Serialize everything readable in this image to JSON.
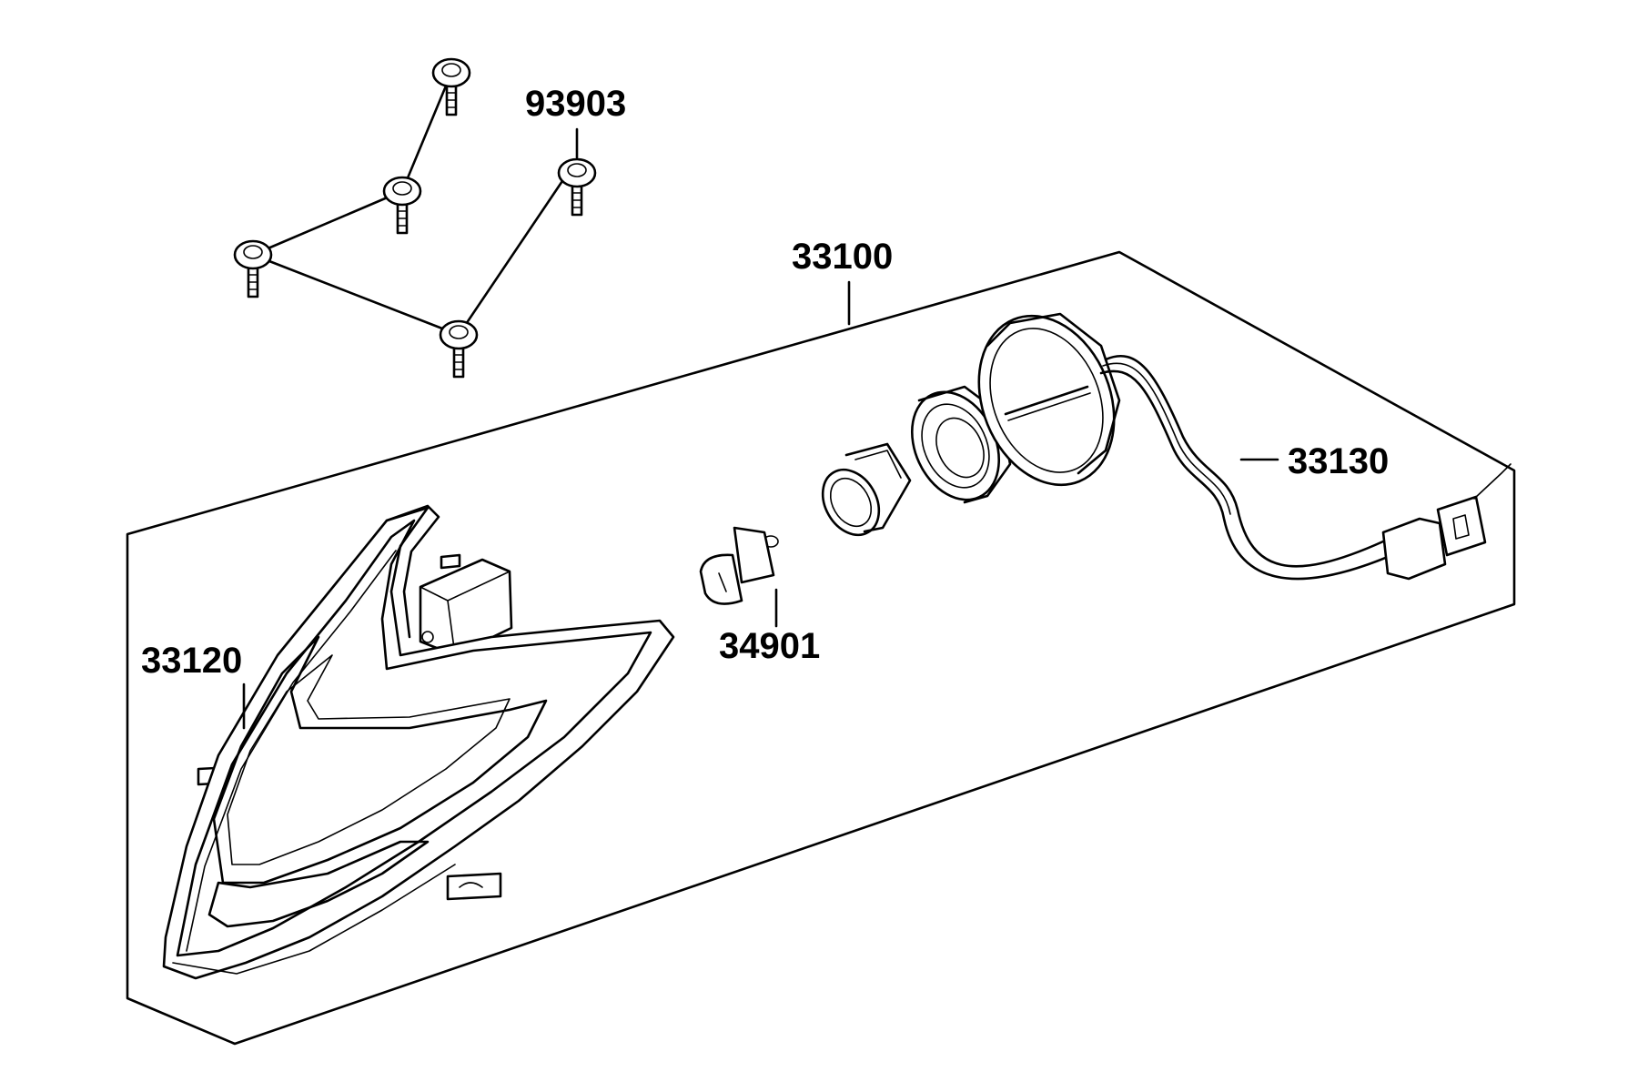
{
  "parts": [
    {
      "id": "part-93903",
      "number": "93903"
    },
    {
      "id": "part-33100",
      "number": "33100"
    },
    {
      "id": "part-33130",
      "number": "33130"
    },
    {
      "id": "part-33120",
      "number": "33120"
    },
    {
      "id": "part-34901",
      "number": "34901"
    }
  ],
  "colors": {
    "line": "#000000",
    "background": "#ffffff"
  }
}
